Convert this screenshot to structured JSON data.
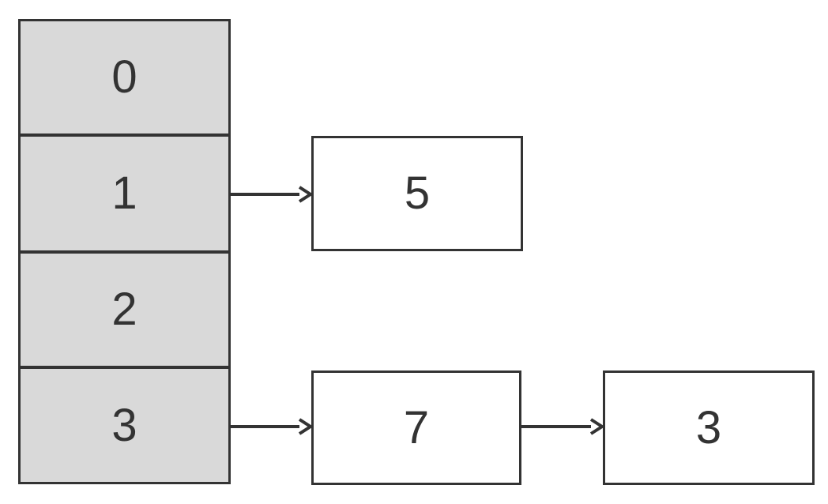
{
  "diagram": {
    "kind": "hash-table-separate-chaining"
  },
  "colors": {
    "stroke": "#333333",
    "cell_fill": "#d9d9d9",
    "node_fill": "#ffffff",
    "text": "#333333",
    "background": "#ffffff"
  },
  "buckets": [
    {
      "index": "0",
      "chain": []
    },
    {
      "index": "1",
      "chain": [
        "5"
      ]
    },
    {
      "index": "2",
      "chain": []
    },
    {
      "index": "3",
      "chain": [
        "7",
        "3"
      ]
    }
  ],
  "links": [
    {
      "from": "bucket-1",
      "to": "node-5"
    },
    {
      "from": "bucket-3",
      "to": "node-7"
    },
    {
      "from": "node-7",
      "to": "node-3"
    }
  ]
}
